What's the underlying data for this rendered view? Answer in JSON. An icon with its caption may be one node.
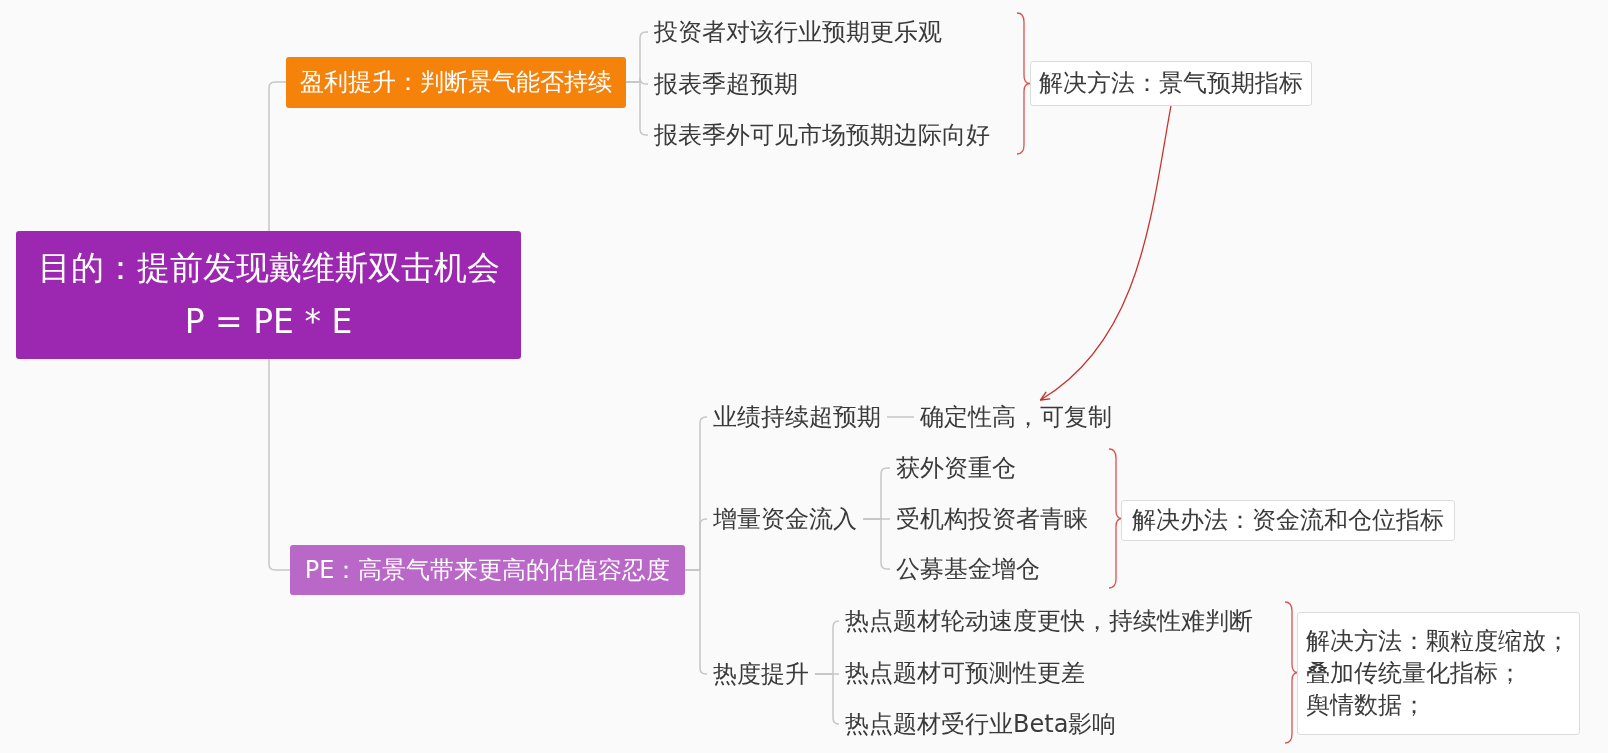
{
  "diagram": {
    "nodes": [
      {
        "text": [
          "目的：提前发现戴维斯双击机会",
          "P = PE * E"
        ]
      },
      {
        "text": [
          "盈利提升：判断景气能否持续"
        ]
      },
      {
        "text": [
          "投资者对该行业预期更乐观"
        ]
      },
      {
        "text": [
          "报表季超预期"
        ]
      },
      {
        "text": [
          "报表季外可见市场预期边际向好"
        ]
      },
      {
        "text": [
          "解决方法：景气预期指标"
        ]
      },
      {
        "text": [
          "PE：高景气带来更高的估值容忍度"
        ]
      },
      {
        "text": [
          "业绩持续超预期"
        ]
      },
      {
        "text": [
          "确定性高，可复制"
        ]
      },
      {
        "text": [
          "增量资金流入"
        ]
      },
      {
        "text": [
          "获外资重仓"
        ]
      },
      {
        "text": [
          "受机构投资者青睐"
        ]
      },
      {
        "text": [
          "公募基金增仓"
        ]
      },
      {
        "text": [
          "解决办法：资金流和仓位指标"
        ]
      },
      {
        "text": [
          "热度提升"
        ]
      },
      {
        "text": [
          "热点题材轮动速度更快，持续性难判断"
        ]
      },
      {
        "text": [
          "热点题材可预测性更差"
        ]
      },
      {
        "text": [
          "热点题材受行业Beta影响"
        ]
      },
      {
        "text": [
          "解决方法：颗粒度缩放；",
          "叠加传统量化指标；",
          "舆情数据；"
        ]
      }
    ],
    "edges": [
      {
        "from": 0,
        "to": 1,
        "arrow": "none"
      },
      {
        "from": 1,
        "to": 2,
        "arrow": "none"
      },
      {
        "from": 1,
        "to": 3,
        "arrow": "none"
      },
      {
        "from": 1,
        "to": 4,
        "arrow": "none"
      },
      {
        "from": 0,
        "to": 6,
        "arrow": "none"
      },
      {
        "from": 6,
        "to": 7,
        "arrow": "none"
      },
      {
        "from": 7,
        "to": 8,
        "arrow": "none"
      },
      {
        "from": 6,
        "to": 9,
        "arrow": "none"
      },
      {
        "from": 9,
        "to": 10,
        "arrow": "none"
      },
      {
        "from": 9,
        "to": 11,
        "arrow": "none"
      },
      {
        "from": 9,
        "to": 12,
        "arrow": "none"
      },
      {
        "from": 6,
        "to": 14,
        "arrow": "none"
      },
      {
        "from": 14,
        "to": 15,
        "arrow": "none"
      },
      {
        "from": 14,
        "to": 16,
        "arrow": "none"
      },
      {
        "from": 14,
        "to": 17,
        "arrow": "none"
      },
      {
        "from": 5,
        "to": 8,
        "arrow": "to",
        "color": "#c9302c"
      }
    ]
  }
}
